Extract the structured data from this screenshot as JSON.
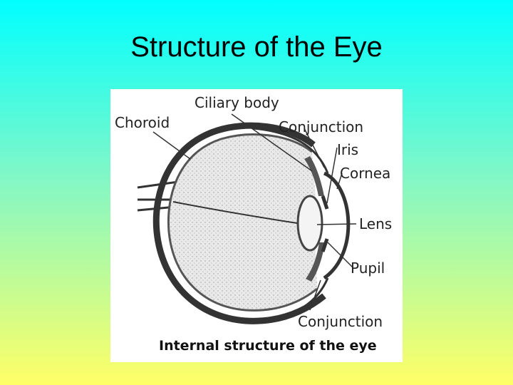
{
  "slide": {
    "title": "Structure of the Eye"
  },
  "diagram": {
    "labels": {
      "ciliary_body": "Ciliary body",
      "choroid": "Choroid",
      "conjunction_top": "Conjunction",
      "iris": "Iris",
      "cornea": "Cornea",
      "lens": "Lens",
      "pupil": "Pupil",
      "conjunction_bottom": "Conjunction"
    },
    "caption": "Internal structure of the eye"
  },
  "colors": {
    "background_top": "#00ffff",
    "background_bottom": "#ffff66",
    "panel": "#ffffff",
    "ink": "#222222"
  }
}
